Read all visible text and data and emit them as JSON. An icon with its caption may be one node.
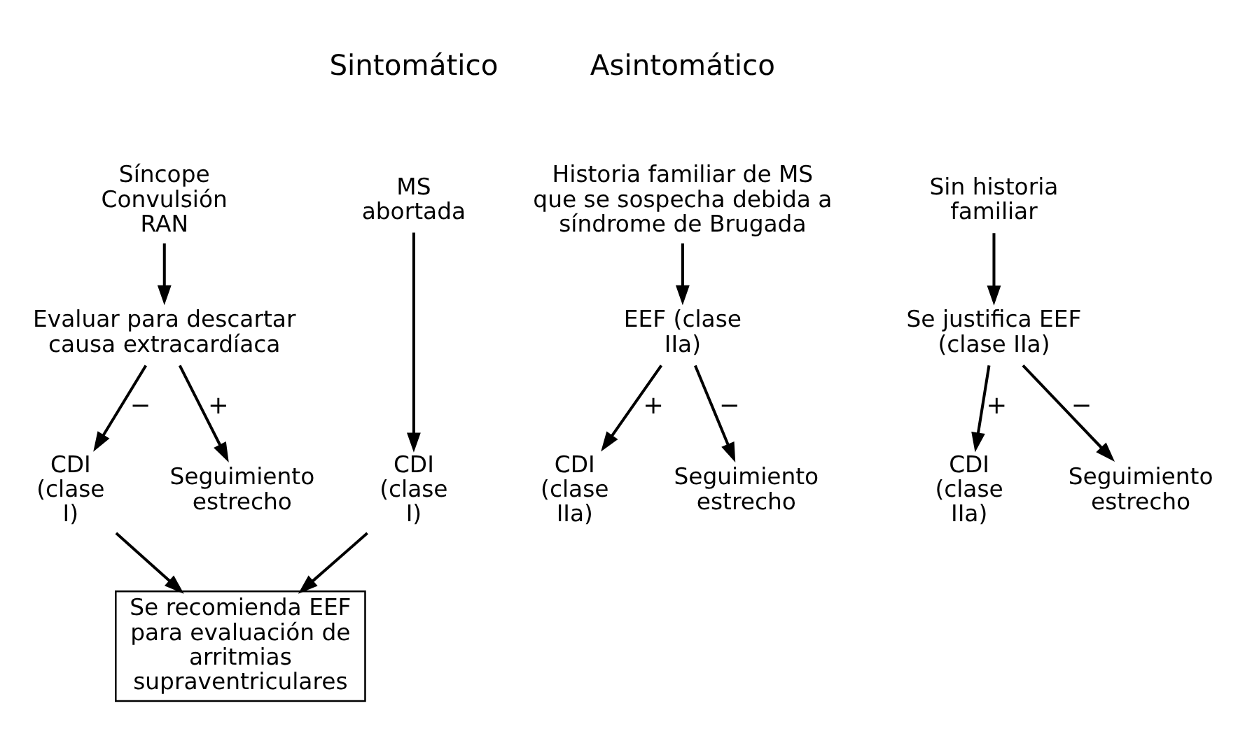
{
  "diagram": {
    "nodes": [
      {
        "text": [
          "MS abortada"
        ]
      },
      {
        "text": [
          "Síncope Convulsión RAN"
        ]
      },
      {
        "text": [
          "Evaluar para descartar causa extracardíaca"
        ]
      },
      {
        "text": [
          "CDI (clase I)"
        ]
      },
      {
        "text": [
          "CDI (clase I)"
        ]
      },
      {
        "text": [
          "Seguimiento estrecho"
        ]
      },
      {
        "text": [
          "Se recomienda EEF para evaluación de arritmias supraventriculares"
        ]
      },
      {
        "text": [
          "Historia familiar de MS que se sospecha debida a síndrome de Brugada"
        ]
      },
      {
        "text": [
          "EEF (clase IIa)"
        ]
      },
      {
        "text": [
          "CDI (clase IIa)"
        ]
      },
      {
        "text": [
          "Seguimiento estrecho"
        ]
      },
      {
        "text": [
          "Sin historia familiar"
        ]
      },
      {
        "text": [
          "Se justifica EEF (clase IIa)"
        ]
      },
      {
        "text": [
          "CDI (clase IIa)"
        ]
      },
      {
        "text": [
          "Seguimiento estrecho"
        ]
      }
    ],
    "edges": [
      {
        "from": 0,
        "to": 3,
        "arrow": "to"
      },
      {
        "from": 1,
        "to": 2,
        "arrow": "to"
      },
      {
        "from": 2,
        "to": 4,
        "arrow": "to",
        "label": "−"
      },
      {
        "from": 2,
        "to": 5,
        "arrow": "to",
        "label": "+"
      },
      {
        "from": 3,
        "to": 6,
        "arrow": "to"
      },
      {
        "from": 4,
        "to": 6,
        "arrow": "to"
      },
      {
        "from": 7,
        "to": 8,
        "arrow": "to"
      },
      {
        "from": 8,
        "to": 9,
        "arrow": "to",
        "label": "+"
      },
      {
        "from": 8,
        "to": 10,
        "arrow": "to",
        "label": "−"
      },
      {
        "from": 11,
        "to": 12,
        "arrow": "to"
      },
      {
        "from": 12,
        "to": 13,
        "arrow": "to",
        "label": "+"
      },
      {
        "from": 12,
        "to": 14,
        "arrow": "to",
        "label": "−"
      }
    ],
    "labels": [
      "Sintomático",
      "Asintomático"
    ]
  }
}
